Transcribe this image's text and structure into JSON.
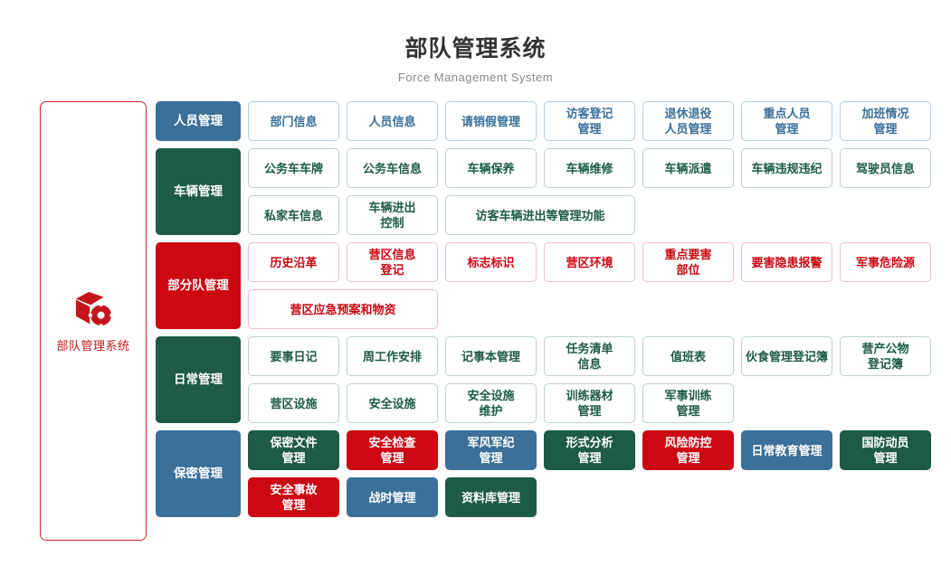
{
  "header": {
    "title": "部队管理系统",
    "subtitle": "Force Management System"
  },
  "sidebar": {
    "icon": "box-gear-icon",
    "label": "部队管理系统",
    "accent_color": "#c4161c",
    "border_color": "#d4262c"
  },
  "palette": {
    "blue": "#3a7099",
    "green": "#1d5b47",
    "red": "#cc0812",
    "title_color": "#333333",
    "subtitle_color": "#8a8a8a"
  },
  "sections": [
    {
      "id": "personnel",
      "category": "人员管理",
      "color": "blue",
      "cards": [
        {
          "label": "部门信息",
          "style": "out-blue",
          "wide": false
        },
        {
          "label": "人员信息",
          "style": "out-blue",
          "wide": false
        },
        {
          "label": "请销假管理",
          "style": "out-blue",
          "wide": false
        },
        {
          "label": "访客登记\n管理",
          "style": "out-blue",
          "wide": false
        },
        {
          "label": "退休退役\n人员管理",
          "style": "out-blue",
          "wide": false
        },
        {
          "label": "重点人员\n管理",
          "style": "out-blue",
          "wide": false
        },
        {
          "label": "加班情况\n管理",
          "style": "out-blue",
          "wide": false
        }
      ]
    },
    {
      "id": "vehicle",
      "category": "车辆管理",
      "color": "green",
      "cards": [
        {
          "label": "公务车车牌",
          "style": "out-green",
          "wide": false
        },
        {
          "label": "公务车信息",
          "style": "out-green",
          "wide": false
        },
        {
          "label": "车辆保养",
          "style": "out-green",
          "wide": false
        },
        {
          "label": "车辆维修",
          "style": "out-green",
          "wide": false
        },
        {
          "label": "车辆派遣",
          "style": "out-green",
          "wide": false
        },
        {
          "label": "车辆违规违纪",
          "style": "out-green",
          "wide": false
        },
        {
          "label": "驾驶员信息",
          "style": "out-green",
          "wide": false
        },
        {
          "label": "私家车信息",
          "style": "out-green",
          "wide": false
        },
        {
          "label": "车辆进出\n控制",
          "style": "out-green",
          "wide": false
        },
        {
          "label": "访客车辆进出等管理功能",
          "style": "out-green",
          "wide": true
        }
      ]
    },
    {
      "id": "unit",
      "category": "部分队管理",
      "color": "red",
      "cards": [
        {
          "label": "历史沿革",
          "style": "out-red",
          "wide": false
        },
        {
          "label": "营区信息\n登记",
          "style": "out-red",
          "wide": false
        },
        {
          "label": "标志标识",
          "style": "out-red",
          "wide": false
        },
        {
          "label": "营区环境",
          "style": "out-red",
          "wide": false
        },
        {
          "label": "重点要害\n部位",
          "style": "out-red",
          "wide": false
        },
        {
          "label": "要害隐患报警",
          "style": "out-red",
          "wide": false
        },
        {
          "label": "军事危险源",
          "style": "out-red",
          "wide": false
        },
        {
          "label": "营区应急预案和物资",
          "style": "out-red",
          "wide": true
        }
      ]
    },
    {
      "id": "daily",
      "category": "日常管理",
      "color": "green",
      "cards": [
        {
          "label": "要事日记",
          "style": "out-green",
          "wide": false
        },
        {
          "label": "周工作安排",
          "style": "out-green",
          "wide": false
        },
        {
          "label": "记事本管理",
          "style": "out-green",
          "wide": false
        },
        {
          "label": "任务清单\n信息",
          "style": "out-green",
          "wide": false
        },
        {
          "label": "值班表",
          "style": "out-green",
          "wide": false
        },
        {
          "label": "伙食管理登记簿",
          "style": "out-green",
          "wide": false
        },
        {
          "label": "营产公物\n登记簿",
          "style": "out-green",
          "wide": false
        },
        {
          "label": "营区设施",
          "style": "out-green",
          "wide": false
        },
        {
          "label": "安全设施",
          "style": "out-green",
          "wide": false
        },
        {
          "label": "安全设施\n维护",
          "style": "out-green",
          "wide": false
        },
        {
          "label": "训练器材\n管理",
          "style": "out-green",
          "wide": false
        },
        {
          "label": "军事训练\n管理",
          "style": "out-green",
          "wide": false
        }
      ]
    },
    {
      "id": "confidential",
      "category": "保密管理",
      "color": "blue",
      "cards": [
        {
          "label": "保密文件\n管理",
          "style": "fill-green",
          "wide": false
        },
        {
          "label": "安全检查\n管理",
          "style": "fill-red",
          "wide": false
        },
        {
          "label": "军风军纪\n管理",
          "style": "fill-blue",
          "wide": false
        },
        {
          "label": "形式分析\n管理",
          "style": "fill-green",
          "wide": false
        },
        {
          "label": "风险防控\n管理",
          "style": "fill-red",
          "wide": false
        },
        {
          "label": "日常教育管理",
          "style": "fill-blue",
          "wide": false
        },
        {
          "label": "国防动员\n管理",
          "style": "fill-green",
          "wide": false
        },
        {
          "label": "安全事故\n管理",
          "style": "fill-red",
          "wide": false
        },
        {
          "label": "战时管理",
          "style": "fill-blue",
          "wide": false
        },
        {
          "label": "资料库管理",
          "style": "fill-green",
          "wide": false
        }
      ]
    }
  ]
}
